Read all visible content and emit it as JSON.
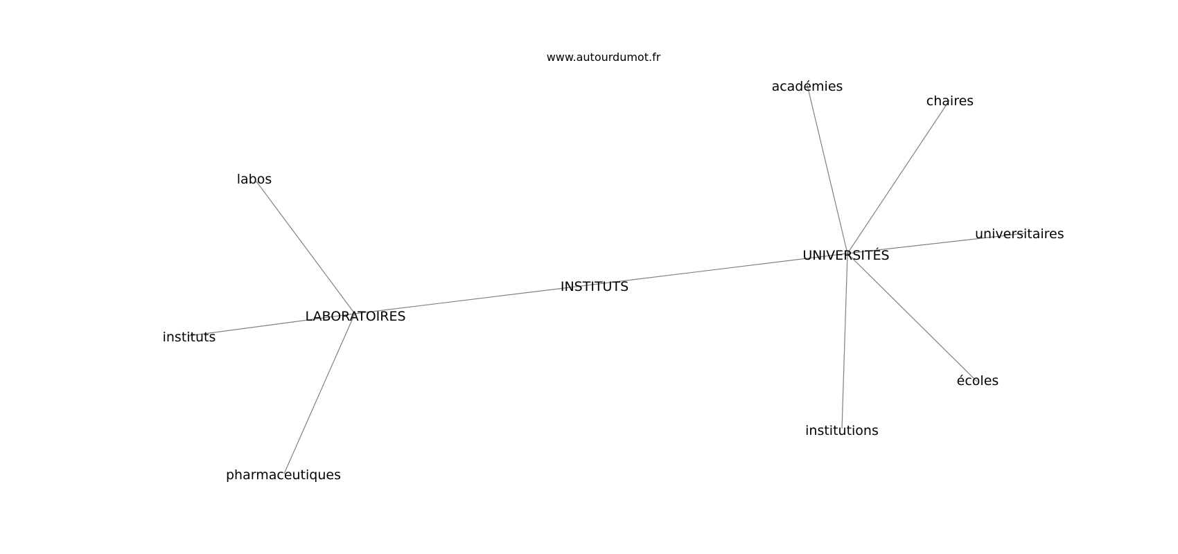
{
  "source": "www.autourdumot.fr",
  "nodes": [
    {
      "id": "instituts_center",
      "label": "INSTITUTS"
    },
    {
      "id": "laboratoires",
      "label": "LABORATOIRES"
    },
    {
      "id": "universites",
      "label": "UNIVERSITÉS"
    },
    {
      "id": "labos",
      "label": "labos"
    },
    {
      "id": "instituts",
      "label": "instituts"
    },
    {
      "id": "pharmaceutiques",
      "label": "pharmaceutiques"
    },
    {
      "id": "academies",
      "label": "académies"
    },
    {
      "id": "chaires",
      "label": "chaires"
    },
    {
      "id": "universitaires",
      "label": "universitaires"
    },
    {
      "id": "ecoles",
      "label": "écoles"
    },
    {
      "id": "institutions",
      "label": "institutions"
    }
  ],
  "edges": [
    {
      "from": "laboratoires",
      "to": "universites"
    },
    {
      "from": "laboratoires",
      "to": "labos"
    },
    {
      "from": "laboratoires",
      "to": "instituts"
    },
    {
      "from": "laboratoires",
      "to": "pharmaceutiques"
    },
    {
      "from": "universites",
      "to": "academies"
    },
    {
      "from": "universites",
      "to": "chaires"
    },
    {
      "from": "universites",
      "to": "universitaires"
    },
    {
      "from": "universites",
      "to": "ecoles"
    },
    {
      "from": "universites",
      "to": "institutions"
    }
  ],
  "colors": {
    "edge": "#808080",
    "text": "#000000",
    "background": "#ffffff"
  }
}
